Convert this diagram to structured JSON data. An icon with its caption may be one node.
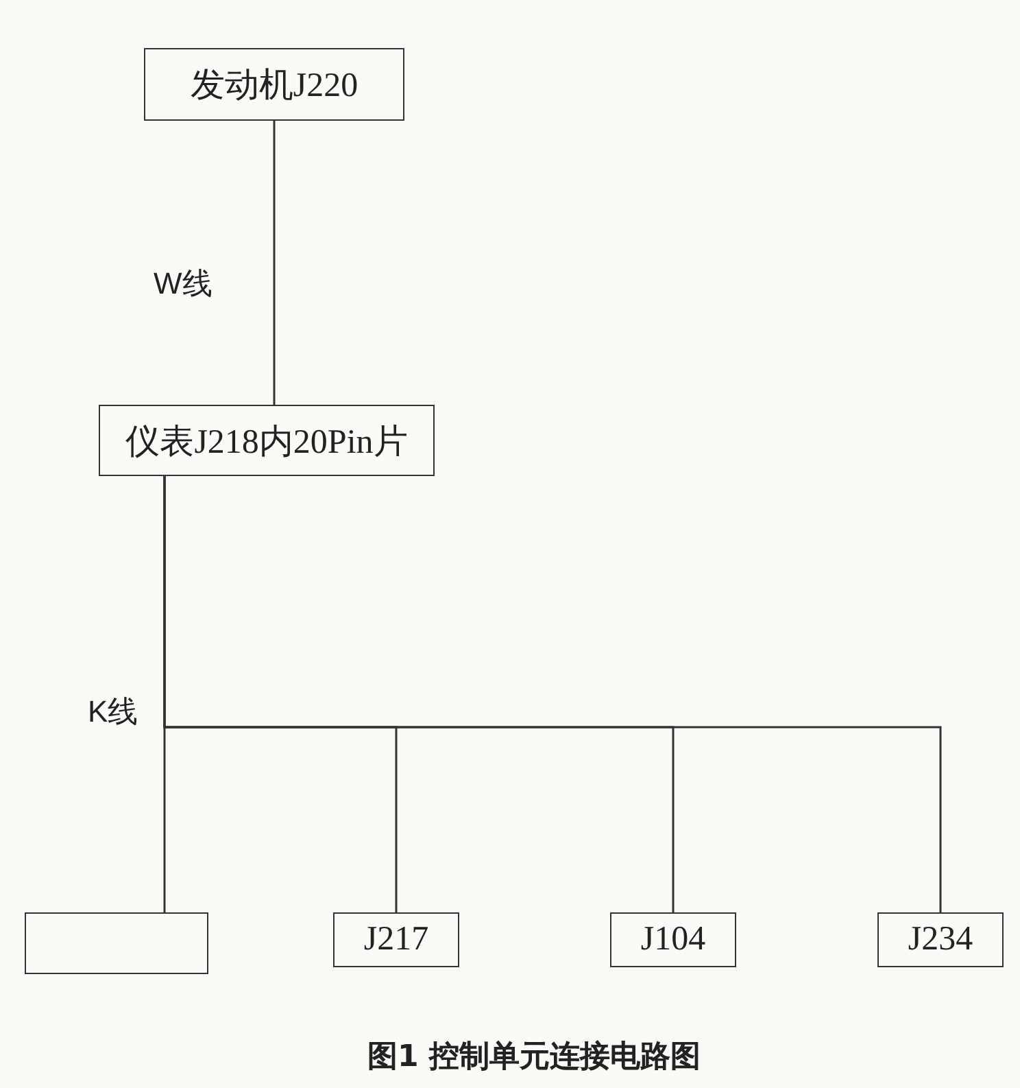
{
  "diagram": {
    "caption": "图1 控制单元连接电路图",
    "nodes": [
      {
        "text": [
          "发动机J220"
        ]
      },
      {
        "text": [
          "仪表J218内20Pin片"
        ]
      },
      {
        "text": [],
        "shape": "box"
      },
      {
        "text": [
          "J217"
        ]
      },
      {
        "text": [
          "J104"
        ]
      },
      {
        "text": [
          "J234"
        ]
      }
    ],
    "edges": [
      {
        "from": 0,
        "to": 1,
        "arrow": "none",
        "label": "W线"
      },
      {
        "from": 1,
        "to": 2,
        "arrow": "none",
        "label": "K线"
      },
      {
        "from": 1,
        "to": 3,
        "arrow": "none"
      },
      {
        "from": 1,
        "to": 4,
        "arrow": "none"
      },
      {
        "from": 1,
        "to": 5,
        "arrow": "none"
      }
    ]
  }
}
